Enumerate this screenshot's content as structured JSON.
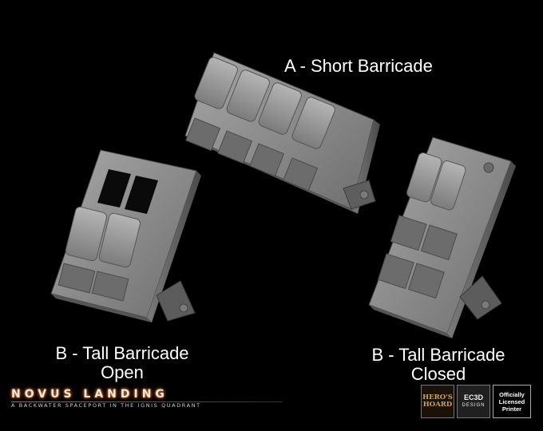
{
  "labels": {
    "short": "A - Short Barricade",
    "tall_open_line1": "B - Tall Barricade",
    "tall_open_line2": "Open",
    "tall_closed_line1": "B - Tall Barricade",
    "tall_closed_line2": "Closed"
  },
  "brand": {
    "title": "NOVUS LANDING",
    "subtitle": "A BACKWATER SPACEPORT IN THE IGNIS QUADRANT"
  },
  "logos": {
    "heroes_hoard_line1": "HERO'S",
    "heroes_hoard_line2": "HOARD",
    "ec3d_line1": "EC3D",
    "ec3d_line2": "DESIGN",
    "printer_line1": "Officially",
    "printer_line2": "Licensed",
    "printer_line3": "Printer"
  },
  "colors": {
    "background": "#000000",
    "model_grey": "#8c8c8c",
    "text": "#ffffff",
    "brand_glow": "#f08020"
  },
  "icons": [
    "short-barricade-model",
    "tall-barricade-open-model",
    "tall-barricade-closed-model",
    "heroes-hoard-logo",
    "ec3d-design-logo",
    "licensed-printer-badge"
  ]
}
